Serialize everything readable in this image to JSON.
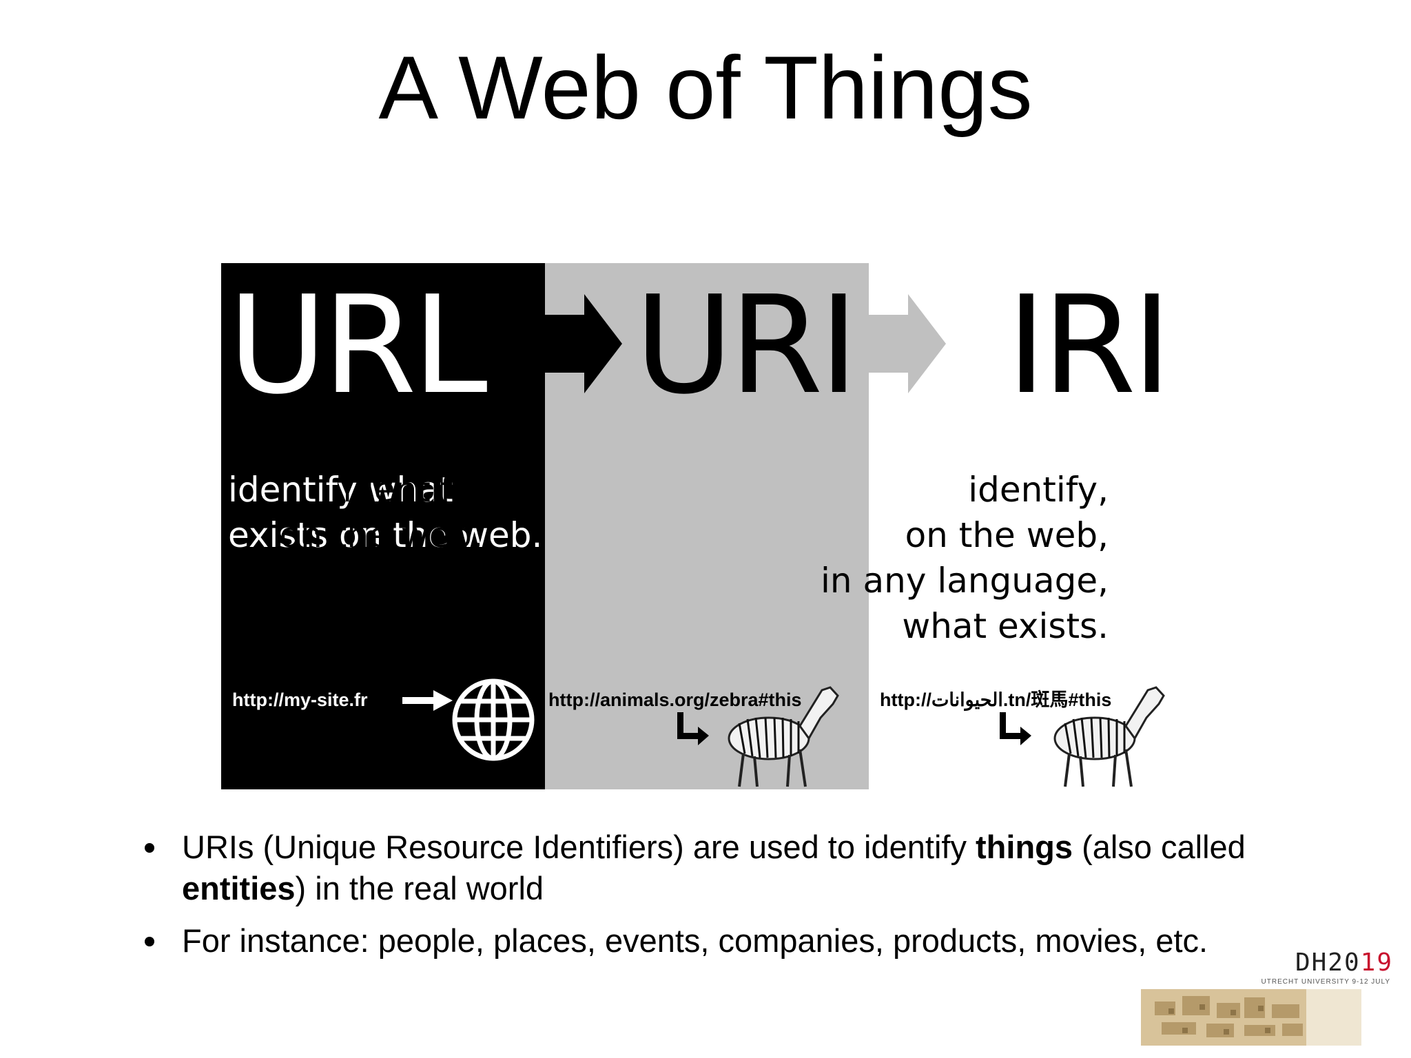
{
  "slide": {
    "title": "A Web of Things"
  },
  "figure": {
    "url": {
      "term": "URL",
      "desc_lines": [
        "identify what",
        "exists on the web."
      ],
      "example": "http://my-site.fr",
      "icon": "globe-icon"
    },
    "uri": {
      "term": "URI",
      "desc_lines": [
        "identify,",
        "on the web,",
        "what exists."
      ],
      "example": "http://animals.org/zebra#this",
      "icon": "zebra-barcode-icon"
    },
    "iri": {
      "term": "IRI",
      "desc_lines": [
        "identify,",
        "on the web,",
        "in any language,",
        "what exists."
      ],
      "example": "http://الحيوانات.tn/斑馬#this",
      "icon": "zebra-barcode-icon"
    },
    "colors": {
      "url_panel": "#000000",
      "uri_panel": "#c0c0c0",
      "iri_panel": "#ffffff",
      "arrow_dark": "#000000",
      "arrow_light": "#c0c0c0"
    }
  },
  "bullets": {
    "b1_pre": "URIs (Unique Resource Identifiers) are used to identify ",
    "b1_bold1": "things",
    "b1_mid": " (also called ",
    "b1_bold2": "entities",
    "b1_post": ") in the real world",
    "b2": "For instance: people, places, events, companies, products, movies, etc."
  },
  "logo": {
    "dh": "DH20",
    "dh_red": "19",
    "sub": "UTRECHT UNIVERSITY 9-12 JULY",
    "accent": "#c8102e"
  }
}
